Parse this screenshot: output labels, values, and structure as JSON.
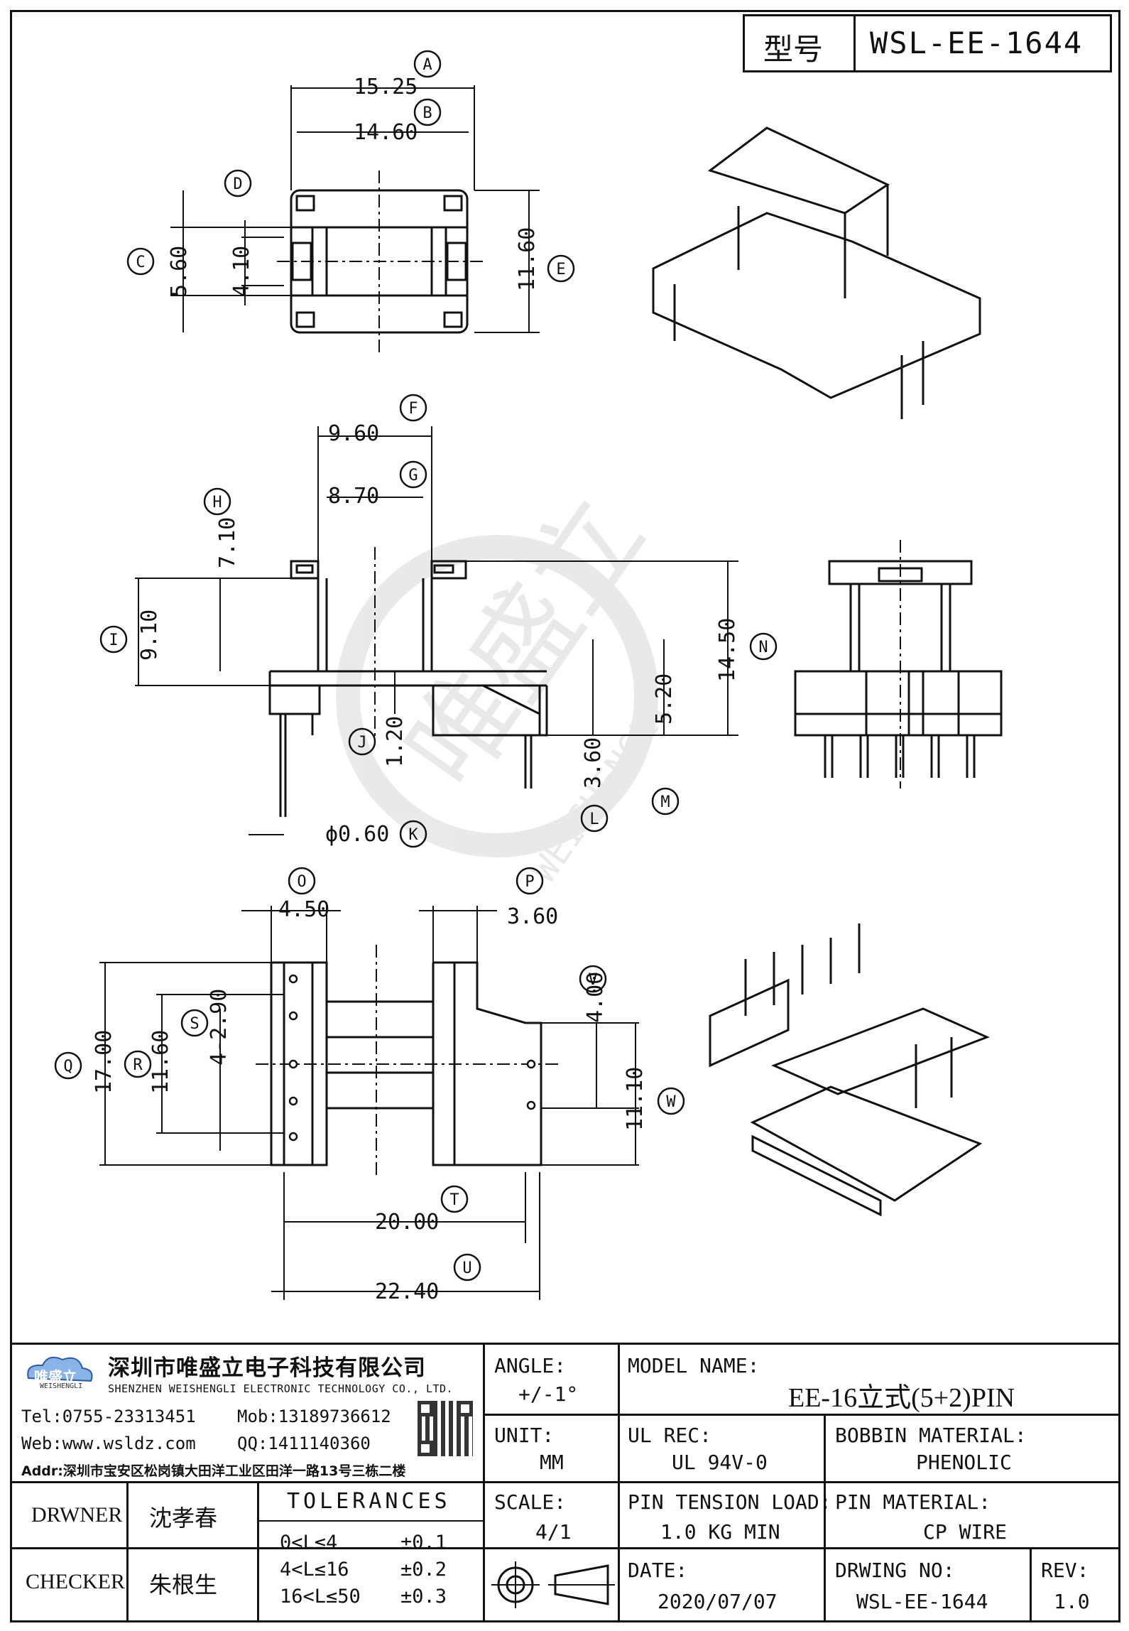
{
  "header": {
    "model_label": "型号",
    "model_code": "WSL-EE-1644"
  },
  "dims": {
    "A": "15.25",
    "B": "14.60",
    "C": "5.60",
    "D": "4.10",
    "E": "11.60",
    "F": "9.60",
    "G": "8.70",
    "H": "7.10",
    "I": "9.10",
    "J": "1.20",
    "K": "ϕ0.60",
    "L": "3.60",
    "M": "5.20",
    "N": "14.50",
    "O": "4.50",
    "P": "3.60",
    "Q": "17.00",
    "R": "11.60",
    "S": "4-2.90",
    "T": "20.00",
    "U": "22.40",
    "V": "4.00",
    "W": "11.10"
  },
  "callouts": [
    "A",
    "B",
    "C",
    "D",
    "E",
    "F",
    "G",
    "H",
    "I",
    "J",
    "K",
    "L",
    "M",
    "N",
    "O",
    "P",
    "Q",
    "R",
    "S",
    "T",
    "U",
    "V",
    "W"
  ],
  "watermark": {
    "chinese": "唯盛立",
    "latin": "WEISHENGLI"
  },
  "company": {
    "logo_text": "唯盛立",
    "logo_sub": "WEISHENGLI",
    "name_cn": "深圳市唯盛立电子科技有限公司",
    "name_en": "SHENZHEN WEISHENGLI ELECTRONIC TECHNOLOGY CO., LTD.",
    "tel": "Tel:0755-23313451",
    "mob": "Mob:13189736612",
    "web": "Web:www.wsldz.com",
    "qq": "QQ:1411140360",
    "addr": "Addr:深圳市宝安区松岗镇大田洋工业区田洋一路13号三栋二楼"
  },
  "title_block": {
    "angle_label": "ANGLE:",
    "angle_value": "+/-1°",
    "model_name_label": "MODEL NAME:",
    "model_name_value": "EE-16立式(5+2)PIN",
    "unit_label": "UNIT:",
    "unit_value": "MM",
    "ul_label": "UL REC:",
    "ul_value": "UL 94V-0",
    "bobbin_label": "BOBBIN MATERIAL:",
    "bobbin_value": "PHENOLIC",
    "scale_label": "SCALE:",
    "scale_value": "4/1",
    "tension_label": "PIN TENSION LOAD:",
    "tension_value": "1.0 KG MIN",
    "pin_label": "PIN MATERIAL:",
    "pin_value": "CP WIRE",
    "date_label": "DATE:",
    "date_value": "2020/07/07",
    "drawing_label": "DRWING NO:",
    "drawing_value": "WSL-EE-1644",
    "rev_label": "REV:",
    "rev_value": "1.0",
    "drawer_label": "DRWNER",
    "drawer_name": "沈孝春",
    "checker_label": "CHECKER",
    "checker_name": "朱根生",
    "tolerances_label": "TOLERANCES",
    "tolerances": [
      {
        "range": "0<L≤4",
        "tol": "±0.1"
      },
      {
        "range": "4<L≤16",
        "tol": "±0.2"
      },
      {
        "range": "16<L≤50",
        "tol": "±0.3"
      }
    ]
  }
}
